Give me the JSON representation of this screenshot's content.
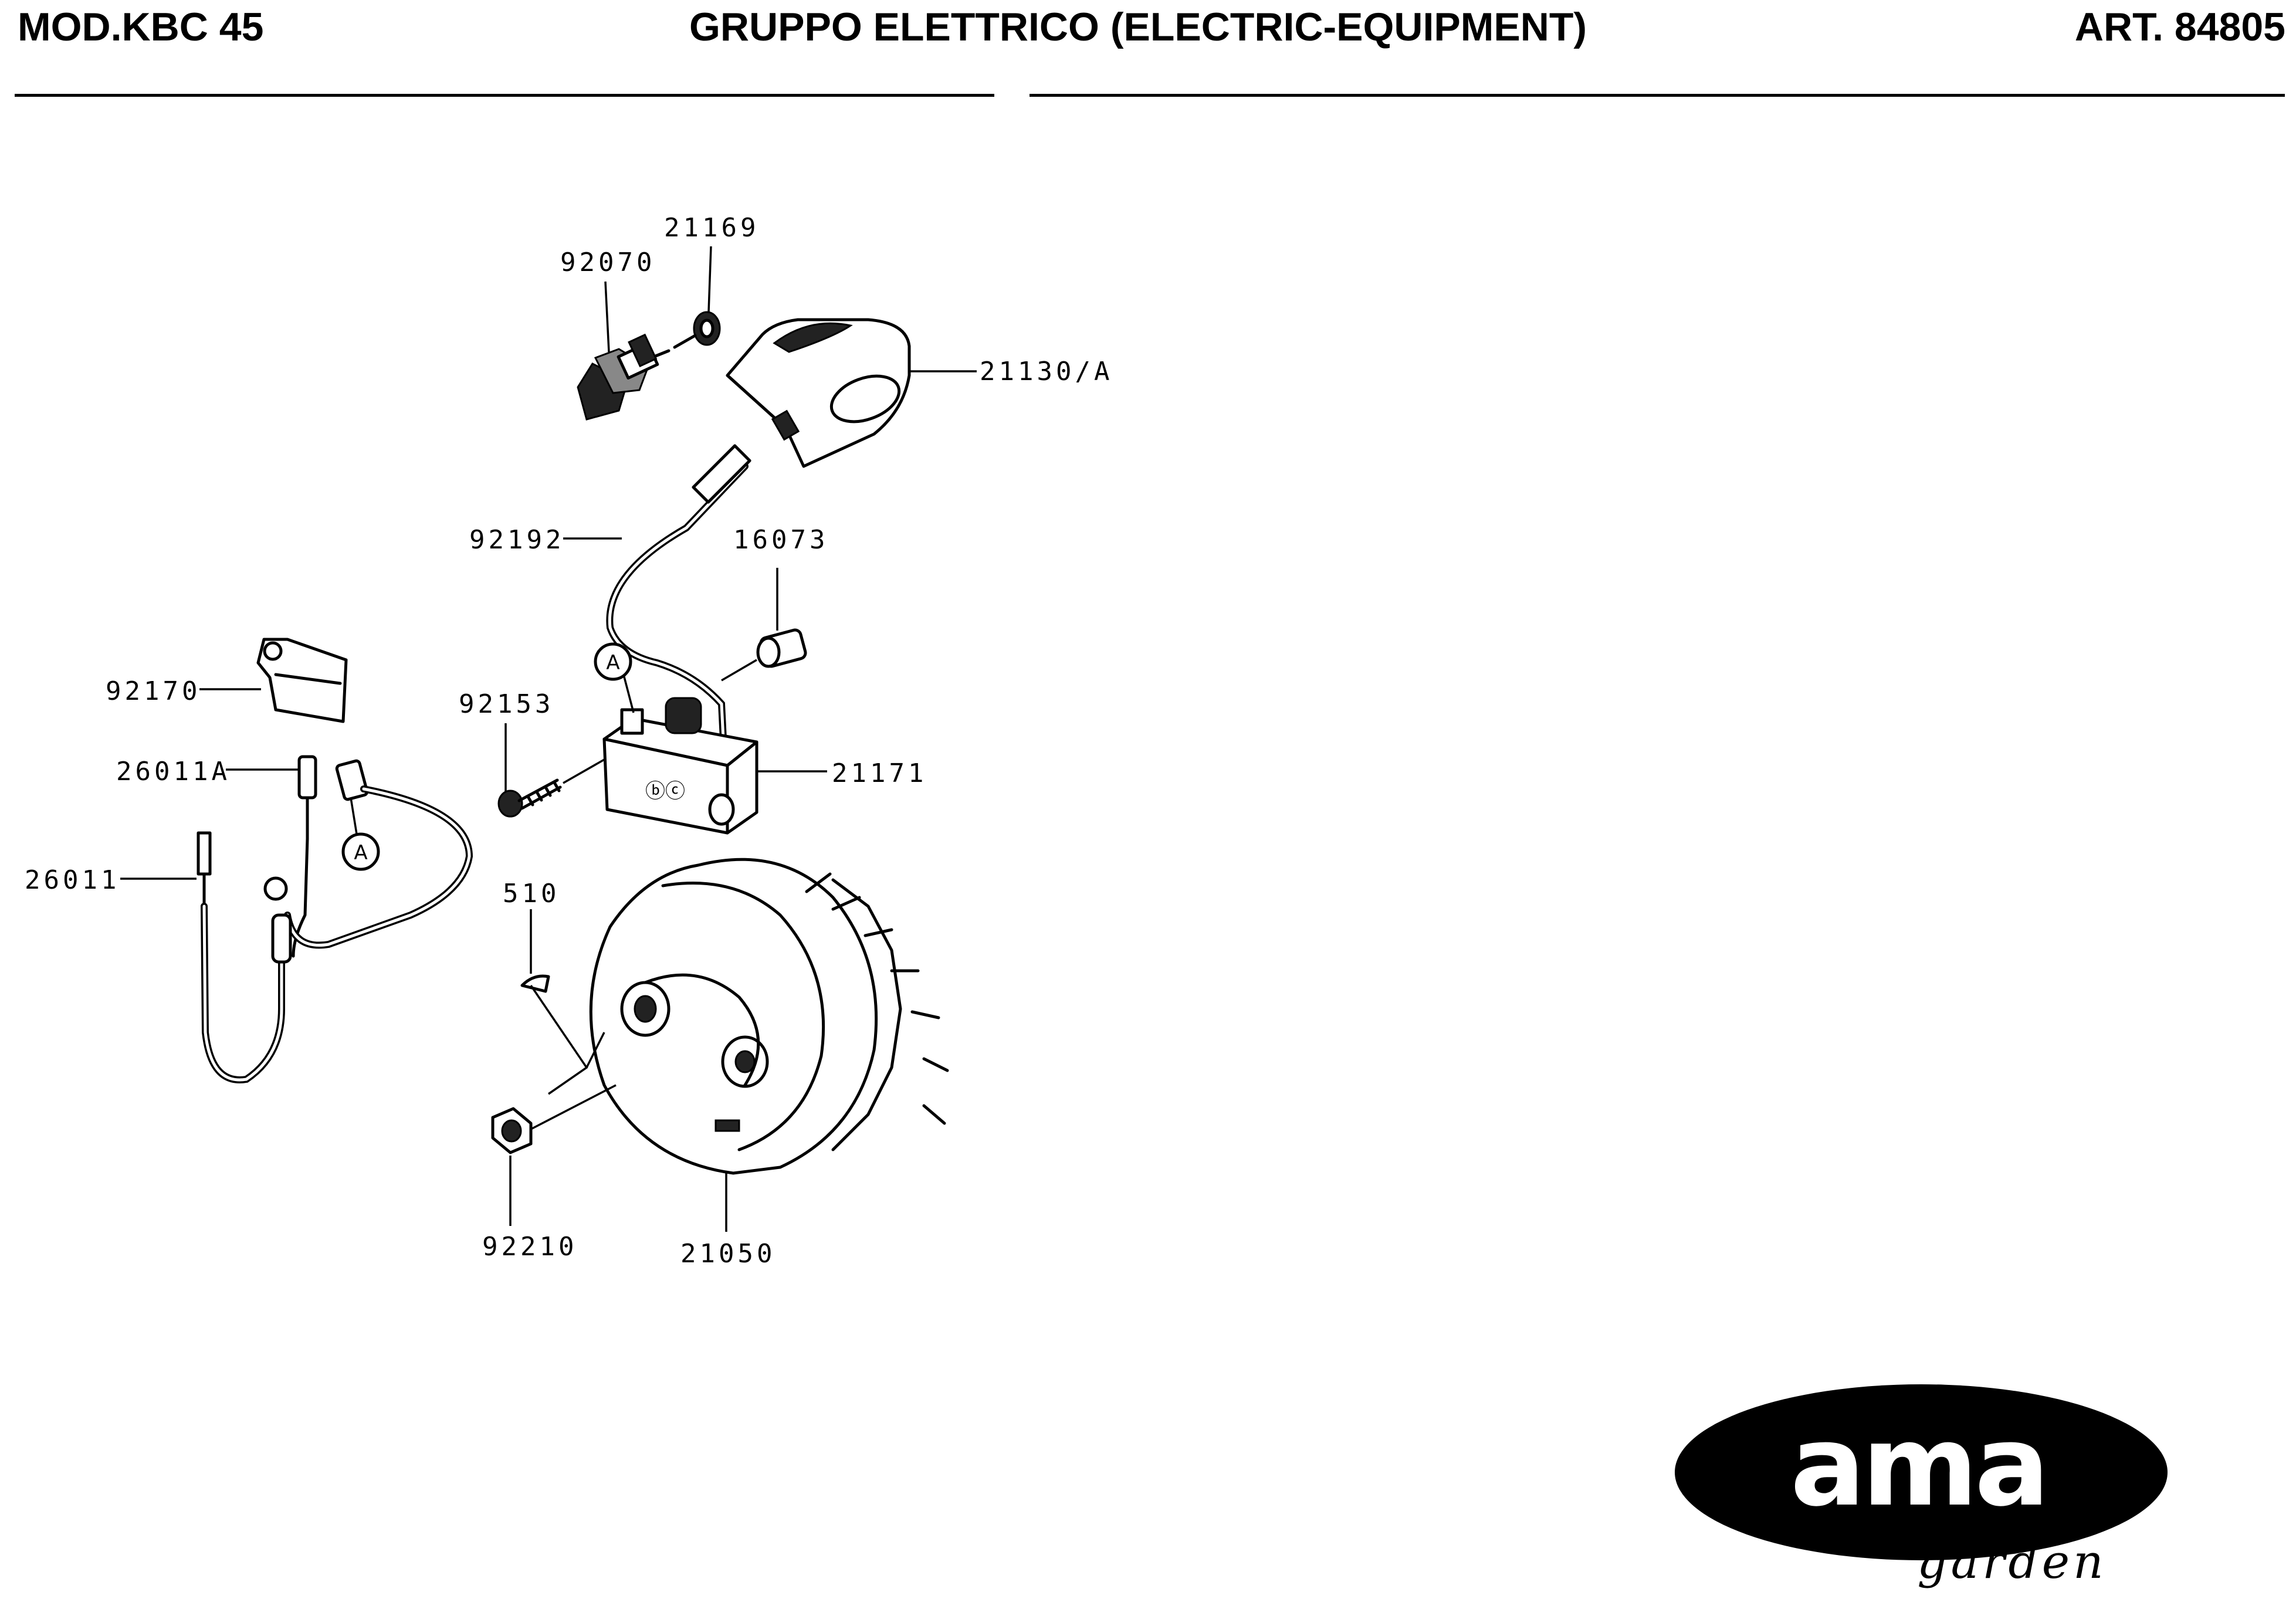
{
  "header": {
    "model": "MOD.KBC 45",
    "title": "GRUPPO ELETTRICO (ELECTRIC-EQUIPMENT)",
    "article": "ART. 84805"
  },
  "parts": {
    "p21169": "21169",
    "p92070": "92070",
    "p21130A": "21130/A",
    "p92192": "92192",
    "p16073": "16073",
    "p92170": "92170",
    "p92153": "92153",
    "p21171": "21171",
    "p26011A": "26011A",
    "p26011": "26011",
    "p510": "510",
    "p92210": "92210",
    "p21050": "21050"
  },
  "connectors": {
    "ref_top": "A",
    "ref_bottom": "A"
  },
  "logo": {
    "brand": "ama",
    "sub": "garden"
  }
}
